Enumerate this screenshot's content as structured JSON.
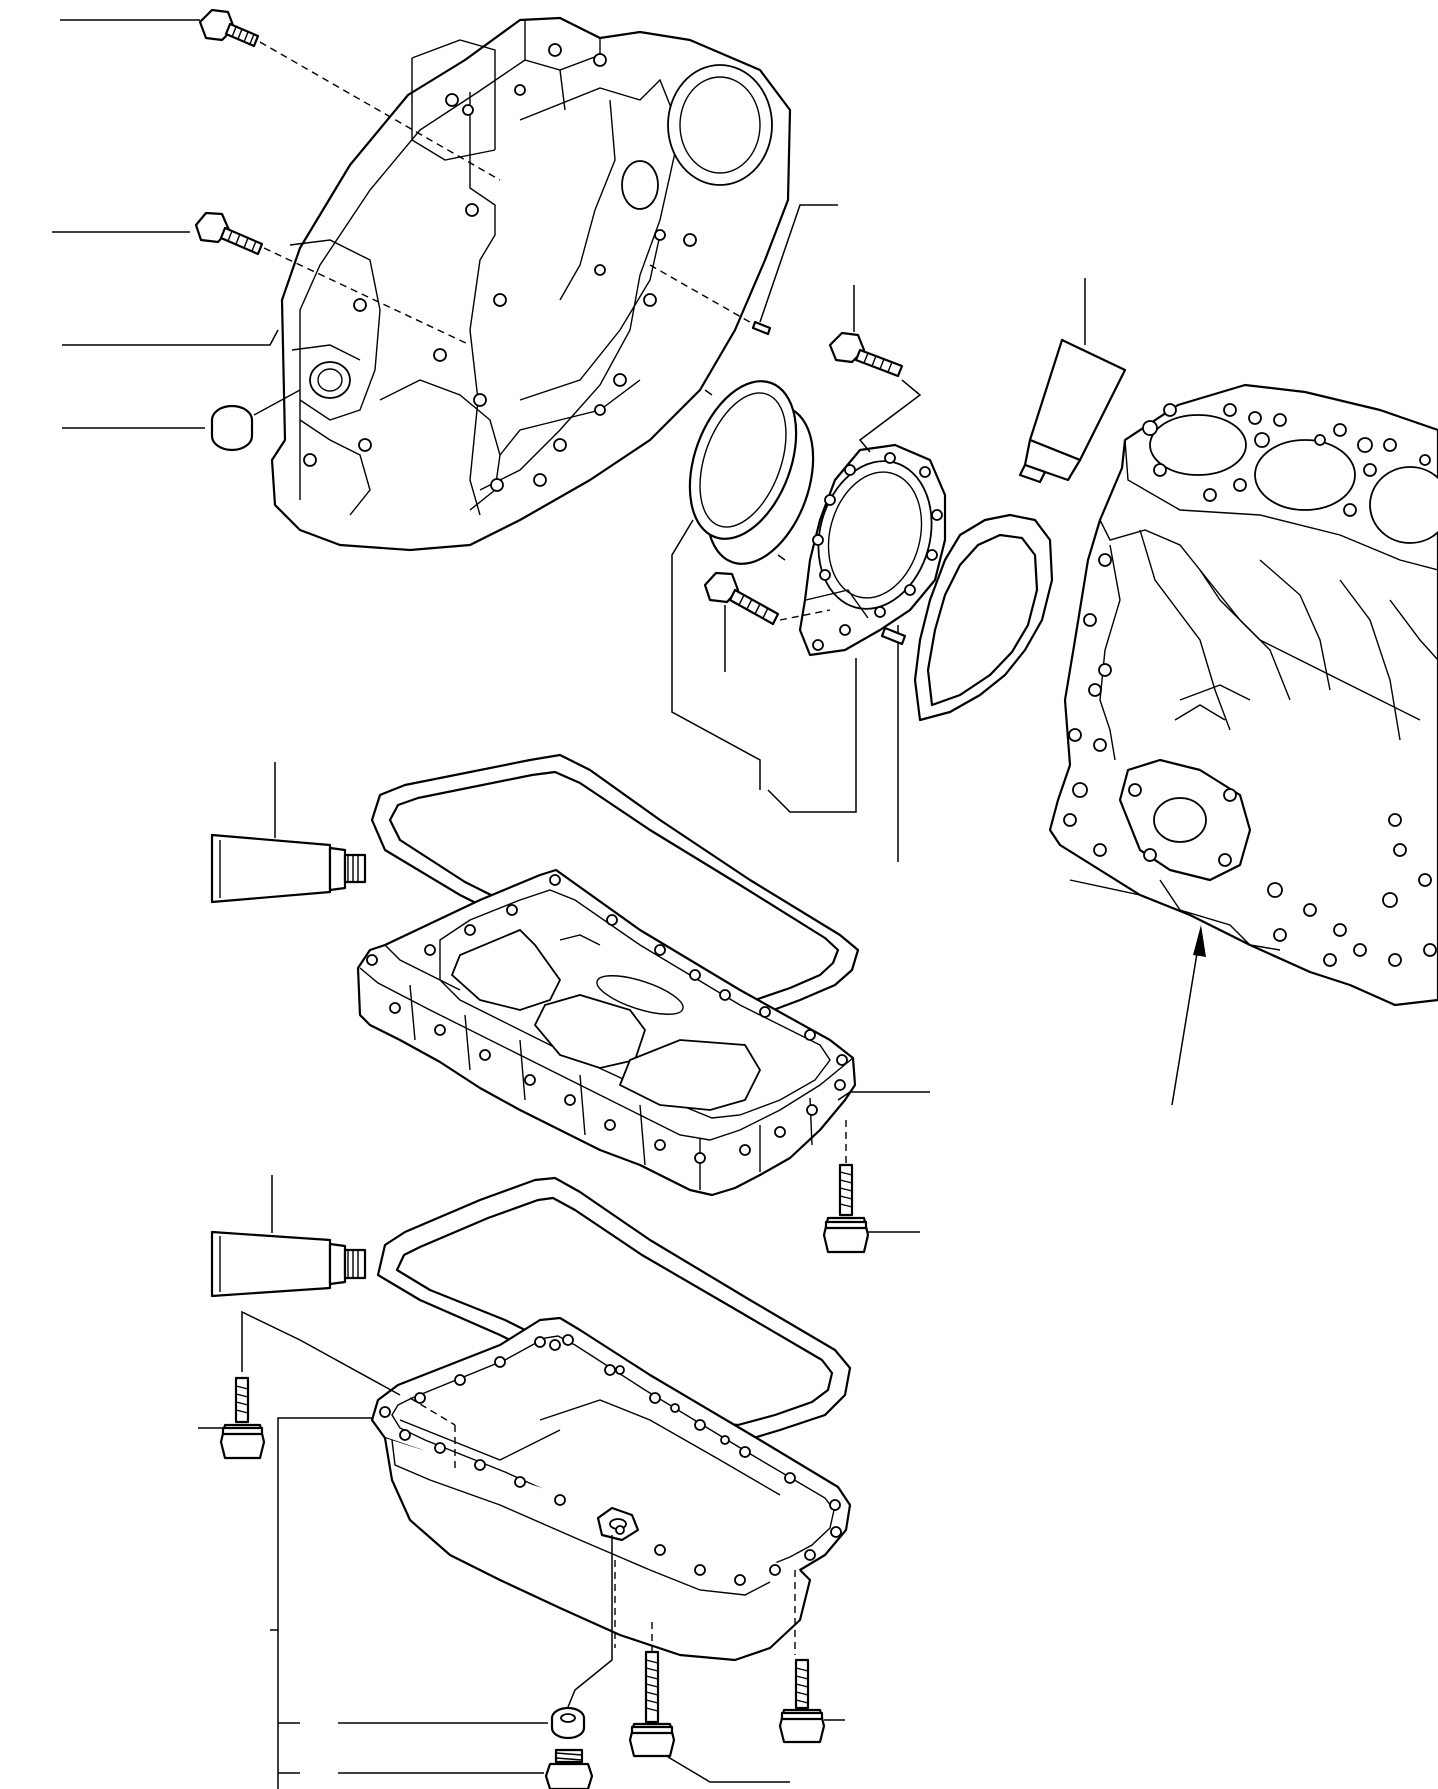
{
  "figure": {
    "image_width": 1438,
    "image_height": 1789,
    "line_color": "#000000",
    "background_color": "#ffffff",
    "parts": [
      "flywheel-housing",
      "housing-bolt-upper",
      "housing-bolt-middle",
      "housing-plug",
      "dowel-pin-housing",
      "oil-seal",
      "oil-seal-retainer",
      "retainer-bolt-upper",
      "retainer-bolt-lower",
      "retainer-gasket",
      "dowel-pin-retainer",
      "sealant-tube-top",
      "cylinder-block",
      "sealant-tube-middle",
      "oil-pan-spacer-gasket",
      "oil-pan-spacer",
      "spacer-bolt",
      "sealant-tube-lower",
      "oil-pan-gasket",
      "oil-pan",
      "oil-pan-bolt-left",
      "oil-pan-bolt-right",
      "oil-pan-bolt-bottom",
      "drain-washer",
      "drain-plug"
    ]
  }
}
